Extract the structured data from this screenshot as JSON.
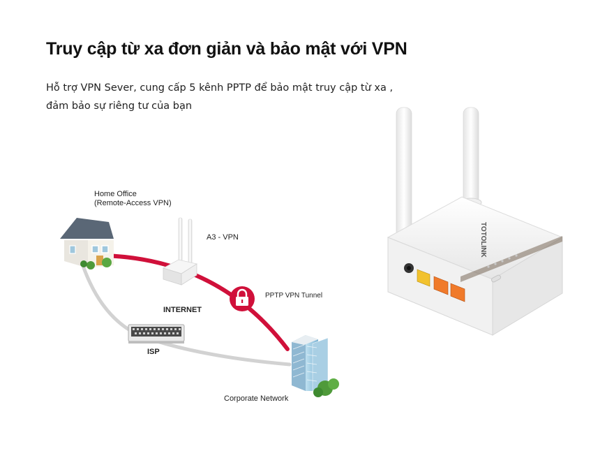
{
  "title": "Truy cập từ xa đơn giản và bảo mật với VPN",
  "description": {
    "line1": "Hỗ trợ VPN Sever, cung cấp 5 kênh PPTP để bảo mật truy cập từ xa ,",
    "line2": "đảm bảo sự riêng tư của bạn"
  },
  "diagram": {
    "home_office": {
      "line1": "Home Office",
      "line2": "(Remote-Access VPN)"
    },
    "router_label": "A3 - VPN",
    "tunnel_label": "PPTP VPN Tunnel",
    "internet_label": "INTERNET",
    "isp_label": "ISP",
    "corporate_label": "Corporate Network"
  },
  "product": {
    "brand_text": "TOTOLINK"
  },
  "colors": {
    "tunnel": "#d0103a",
    "internet_path": "#d2d2d2",
    "lan_port": "#f07a2a",
    "wan_port": "#f2c22e"
  },
  "icons": {
    "lock": "lock-icon",
    "house": "house-icon",
    "building": "office-building-icon",
    "isp": "isp-modem-icon"
  }
}
